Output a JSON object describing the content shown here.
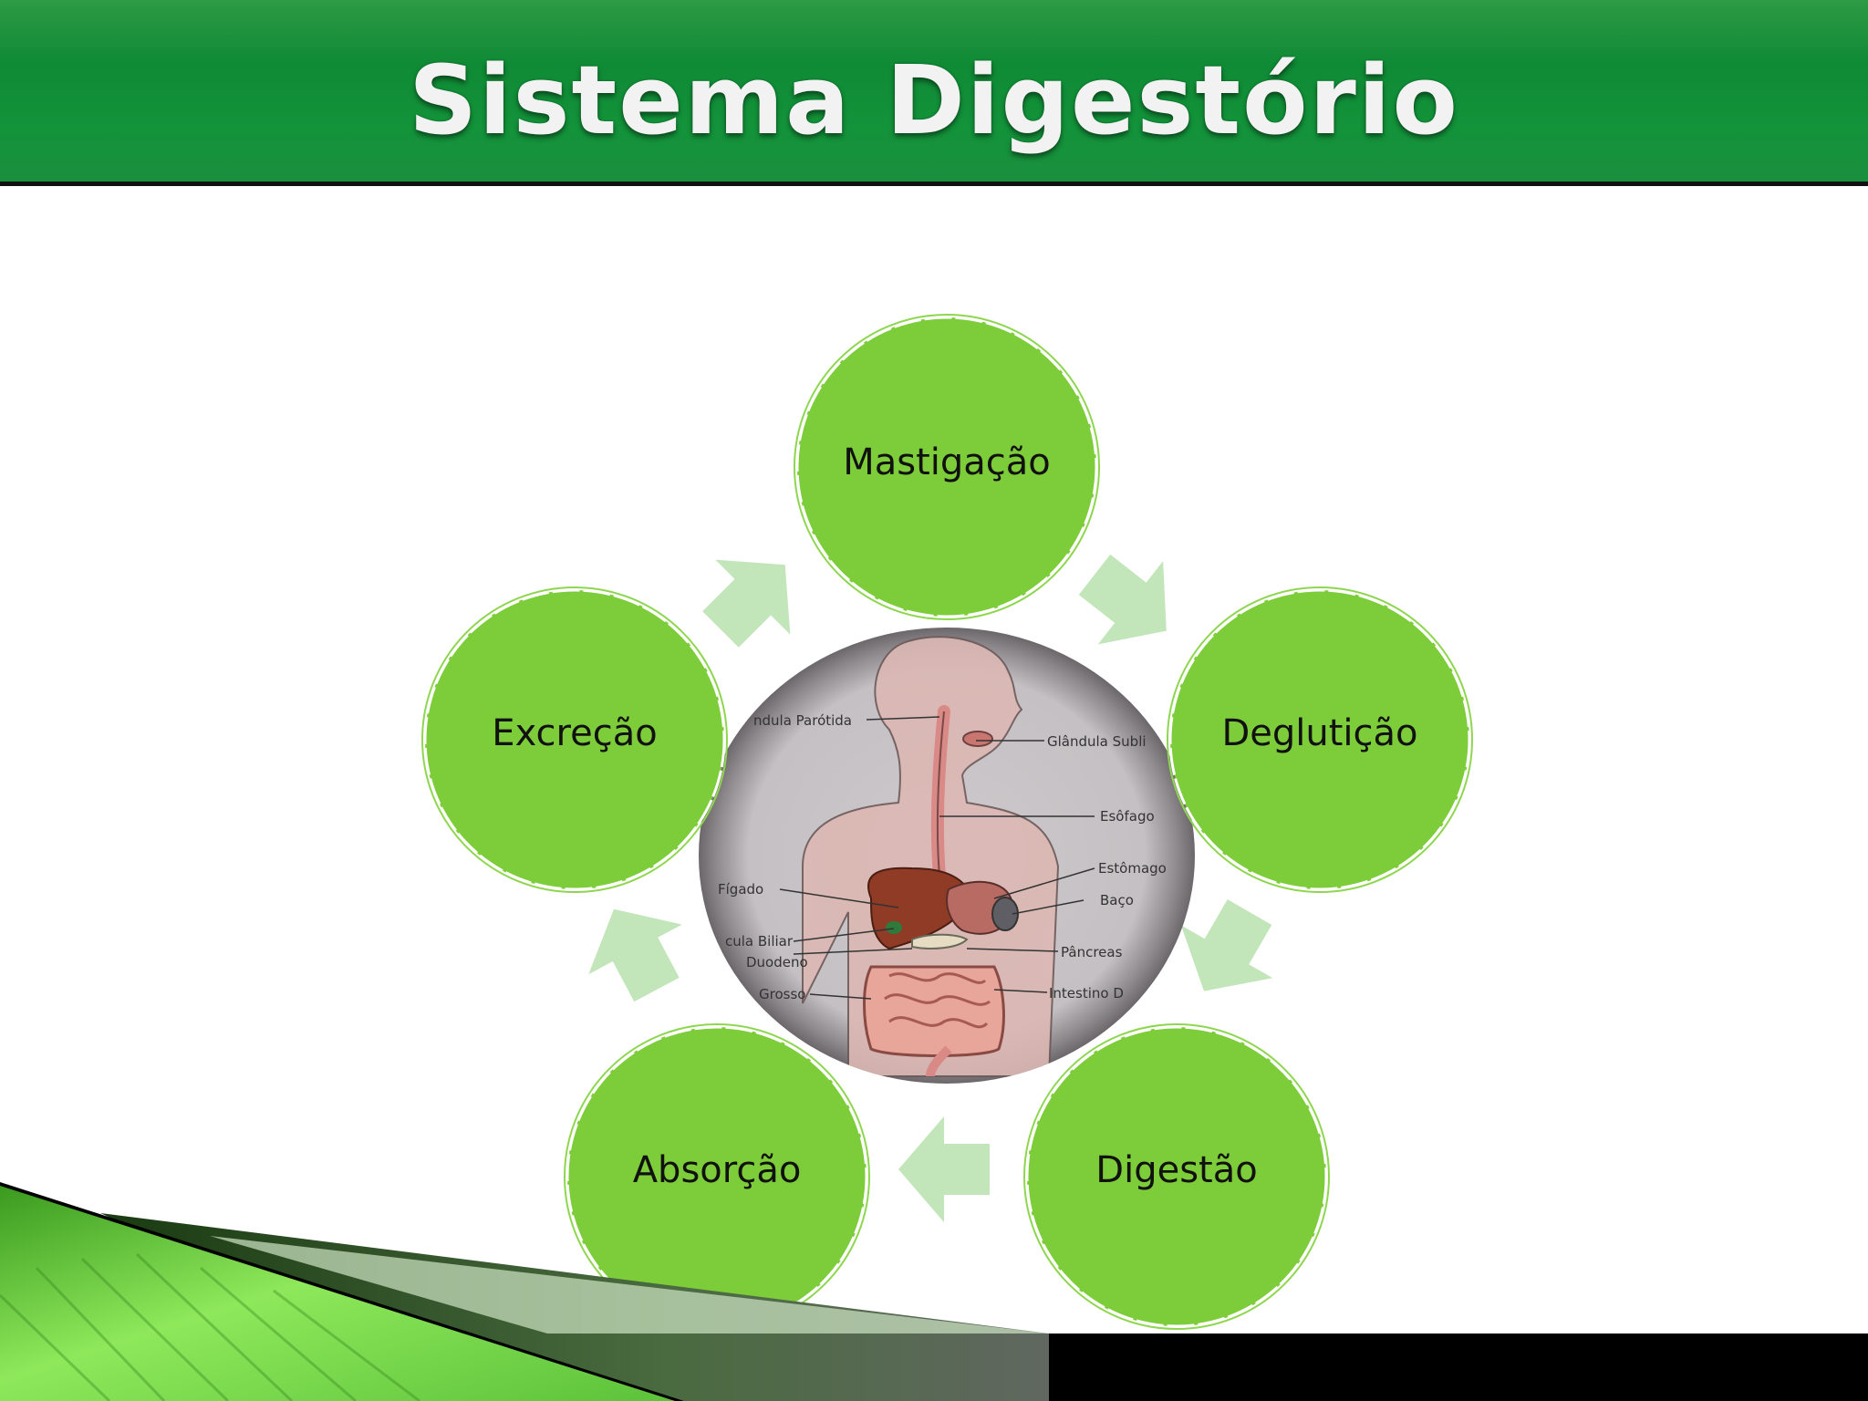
{
  "header": {
    "title": "Sistema Digestório"
  },
  "cycle": {
    "steps": [
      "Mastigação",
      "Deglutição",
      "Digestão",
      "Absorção",
      "Excreção"
    ]
  },
  "illustration": {
    "labels": {
      "parotida": "ndula Parótida",
      "sublingual": "Glândula Subli",
      "esofago": "Esôfago",
      "estomago": "Estômago",
      "baco": "Baço",
      "figado": "Fígado",
      "vesicula": "cula Biliar",
      "duodeno": "Duodeno",
      "pancreas": "Pâncreas",
      "grosso": "Grosso",
      "delgado": "Intestino D"
    }
  },
  "colors": {
    "header_green": "#13933a",
    "circle_fill": "#7dcc3a",
    "arrow_fill": "#c2e5ba",
    "illustration_bg": "#c9c5c8"
  }
}
